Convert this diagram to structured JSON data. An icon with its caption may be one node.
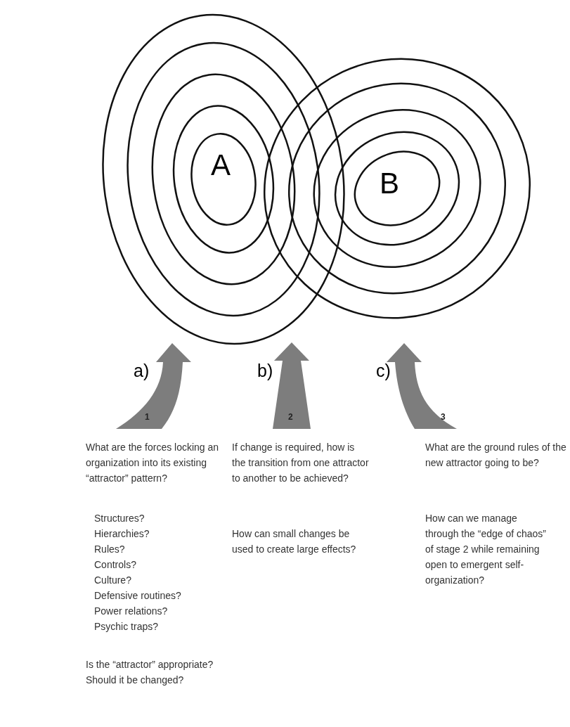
{
  "diagram": {
    "nodes": [
      {
        "text": [
          "1"
        ]
      },
      {
        "text": [
          "2"
        ]
      },
      {
        "text": [
          "3"
        ]
      }
    ],
    "labels": [
      "A",
      "B",
      "a)",
      "b)",
      "c)",
      "What are the forces locking an organization into its existing “attractor” pattern?",
      "Structures?",
      "Hierarchies?",
      "Rules?",
      "Controls?",
      "Culture?",
      "Defensive routines?",
      "Power relations?",
      "Psychic traps?",
      "Is the “attractor” appropriate? Should it be changed?",
      "If change is required, how is the transition from one attractor to another to be achieved?",
      "How can small changes be used to create large effects?",
      "What are the ground rules of the new attractor going to be?",
      "How can we manage through the “edge of chaos” of stage 2 while remaining open to emergent self-organization?"
    ]
  }
}
